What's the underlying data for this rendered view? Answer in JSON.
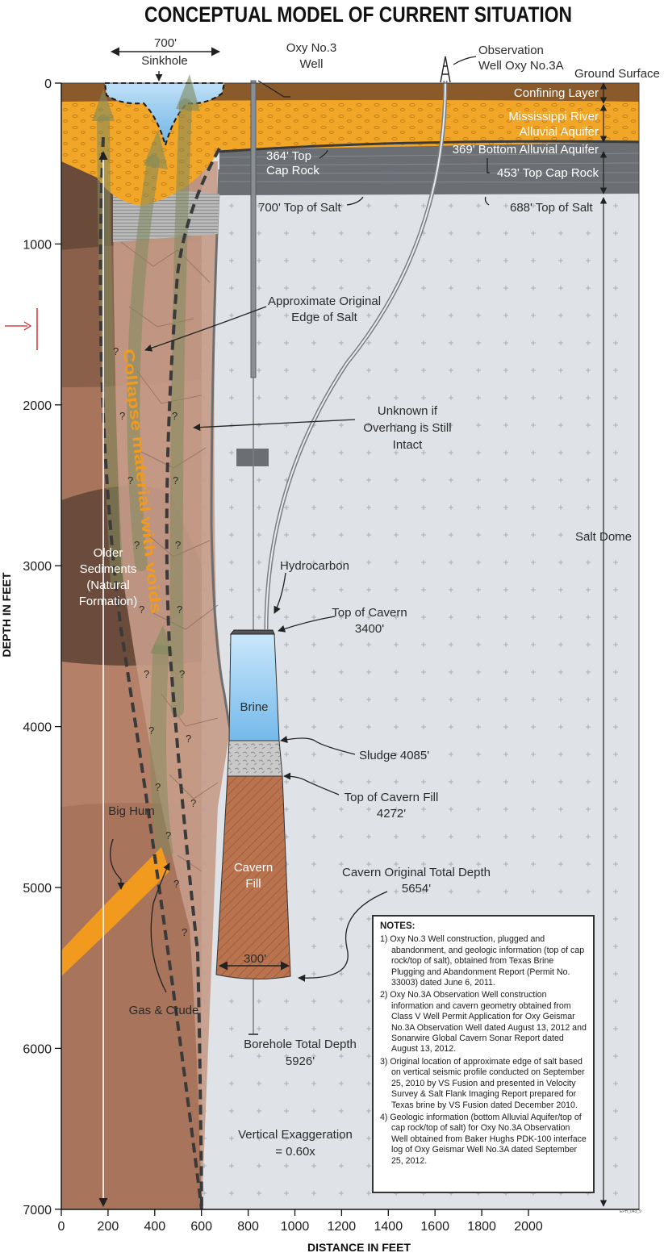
{
  "title": "CONCEPTUAL MODEL OF CURRENT SITUATION",
  "axes": {
    "y_label": "DEPTH IN FEET",
    "x_label": "DISTANCE IN FEET",
    "y_ticks": [
      "0",
      "1000",
      "2000",
      "3000",
      "4000",
      "5000",
      "6000",
      "7000"
    ],
    "x_ticks": [
      "0",
      "200",
      "400",
      "600",
      "800",
      "1000",
      "1200",
      "1400",
      "1600",
      "1800",
      "2000"
    ]
  },
  "labels": {
    "sinkhole_width": "700'",
    "sinkhole": "Sinkhole",
    "oxy3_line1": "Oxy No.3",
    "oxy3_line2": "Well",
    "obs_line1": "Observation",
    "obs_line2": "Well Oxy No.3A",
    "ground_surface": "Ground Surface",
    "confining_layer": "Confining Layer",
    "alluvial_line1": "Mississippi River",
    "alluvial_line2": "Alluvial Aquifer",
    "bottom_alluvial": "369' Bottom Alluvial Aquifer",
    "top_cap_364_line1": "364' Top",
    "top_cap_364_line2": "Cap Rock",
    "top_cap_453": "453' Top Cap Rock",
    "top_salt_700": "700' Top of Salt",
    "top_salt_688": "688' Top of Salt",
    "edge_salt_line1": "Approximate Original",
    "edge_salt_line2": "Edge of Salt",
    "overhang_line1": "Unknown if",
    "overhang_line2": "Overhang is Still",
    "overhang_line3": "Intact",
    "collapse": "Collapse material with voids",
    "salt_dome": "Salt Dome",
    "older_line1": "Older",
    "older_line2": "Sediments",
    "older_line3": "(Natural",
    "older_line4": "Formation)",
    "hydrocarbon": "Hydrocarbon",
    "top_cavern_line1": "Top of Cavern",
    "top_cavern_line2": "3400'",
    "brine": "Brine",
    "sludge": "Sludge 4085'",
    "top_fill_line1": "Top of Cavern Fill",
    "top_fill_line2": "4272'",
    "cavern_fill_line1": "Cavern",
    "cavern_fill_line2": "Fill",
    "big_hum": "Big Hum",
    "gas_crude": "Gas & Crude",
    "orig_depth_line1": "Cavern Original Total Depth",
    "orig_depth_line2": "5654'",
    "width_300": "300'",
    "borehole_line1": "Borehole Total Depth",
    "borehole_line2": "5926'",
    "vert_line1": "Vertical Exaggeration",
    "vert_line2": "= 0.60x",
    "code": "EPH_043_9"
  },
  "notes": {
    "title": "NOTES:",
    "items": [
      "1) Oxy No.3 Well construction, plugged and abandonment, and geologic information (top of cap rock/top of salt), obtained from Texas Brine Plugging and Abandonment Report (Permit No. 33003) dated June 6, 2011.",
      "2) Oxy No.3A Observation Well construction information and cavern geometry obtained from Class V Well Permit Application for Oxy Geismar No.3A Observation Well dated August 13, 2012  and Sonarwire Global Cavern Sonar Report dated August 13, 2012.",
      "3) Original location of approximate edge of salt based on vertical seismic profile conducted on September 25, 2010 by VS Fusion and presented in Velocity Survey & Salt Flank Imaging Report prepared for Texas brine by VS Fusion dated December 2010.",
      "4) Geologic information (bottom Alluvial Aquifer/top of cap rock/top of salt) for Oxy No.3A Observation Well obtained from Baker Hughs PDK-100 interface log of Oxy Geismar Well No.3A dated September 25, 2012."
    ]
  },
  "colors": {
    "salt": "#dfe2e6",
    "cap_rock": "#6b6e72",
    "alluvial": "#f2a627",
    "confining": "#8a5a2a",
    "sediment": "#a8755c",
    "dark_sediment": "#6a4b3a",
    "brine": "#9fd0f2",
    "fill": "#b9734f",
    "collapse_text": "#f29a1e",
    "marker": "#cc2222"
  }
}
